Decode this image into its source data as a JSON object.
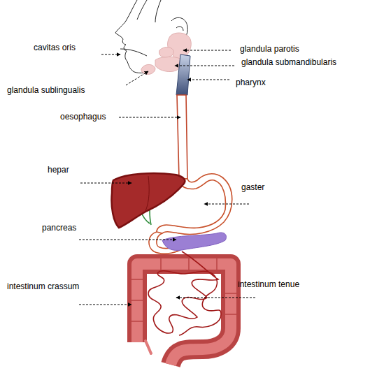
{
  "diagram": {
    "labels": [
      "cavitas oris",
      "glandula parotis",
      "glandula submandibularis",
      "glandula sublingualis",
      "pharynx",
      "oesophagus",
      "hepar",
      "gaster",
      "pancreas",
      "intestinum tenue",
      "intestinum crassum"
    ]
  }
}
